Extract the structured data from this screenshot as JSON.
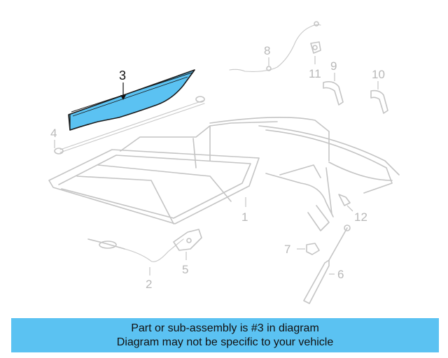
{
  "diagram": {
    "highlight_color": "#5bc2f2",
    "highlighted_part": "3",
    "callouts": {
      "c1": "1",
      "c2": "2",
      "c3": "3",
      "c4": "4",
      "c5": "5",
      "c6": "6",
      "c7": "7",
      "c8": "8",
      "c9": "9",
      "c10": "10",
      "c11": "11",
      "c12": "12"
    }
  },
  "caption": {
    "line1": "Part or sub-assembly is #3 in diagram",
    "line2": "Diagram may not be specific to your vehicle",
    "background": "#5bc2f2"
  }
}
